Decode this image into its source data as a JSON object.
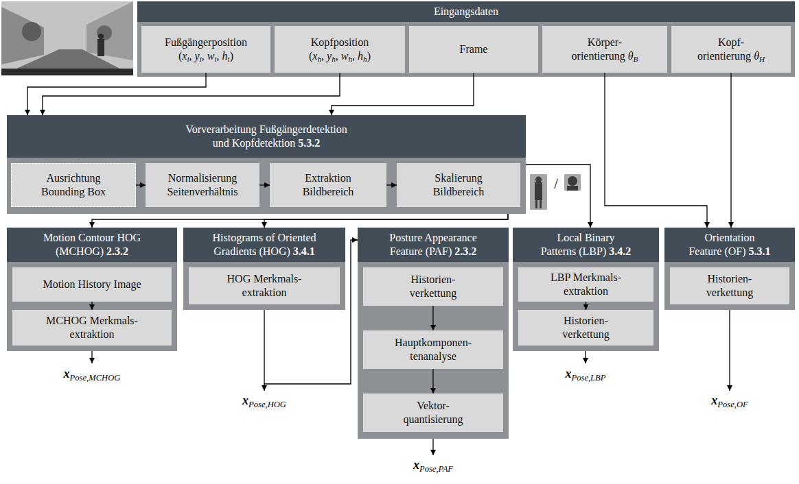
{
  "diagram": {
    "nodes": [
      {
        "text": [
          "Eingangsdaten"
        ]
      },
      {
        "text": [
          "Fußgängerposition",
          "(xi, yi, wi, hi)"
        ],
        "in": 0
      },
      {
        "text": [
          "Kopfposition",
          "(xh, yh, wh, hh)"
        ],
        "in": 0
      },
      {
        "text": [
          "Frame"
        ],
        "in": 0
      },
      {
        "text": [
          "Körper- orientierung θB"
        ],
        "in": 0
      },
      {
        "text": [
          "Kopf- orientierung θH"
        ],
        "in": 0
      },
      {
        "text": [
          "Vorverarbeitung Fußgängerdetektion und Kopfdetektion 5.3.2"
        ]
      },
      {
        "text": [
          "Ausrichtung Bounding Box"
        ],
        "in": 6
      },
      {
        "text": [
          "Normalisierung Seitenverhältnis"
        ],
        "in": 6
      },
      {
        "text": [
          "Extraktion Bildbereich"
        ],
        "in": 6
      },
      {
        "text": [
          "Skalierung Bildbereich"
        ],
        "in": 6
      },
      {
        "text": [
          "Motion Contour HOG (MCHOG) 2.3.2"
        ]
      },
      {
        "text": [
          "Motion History Image"
        ],
        "in": 11
      },
      {
        "text": [
          "MCHOG Merkmals- extraktion"
        ],
        "in": 11
      },
      {
        "text": [
          "Histograms of Oriented Gradients (HOG) 3.4.1"
        ]
      },
      {
        "text": [
          "HOG Merkmals- extraktion"
        ],
        "in": 14
      },
      {
        "text": [
          "Posture Appearance Feature (PAF) 2.3.2"
        ]
      },
      {
        "text": [
          "Historien- verkettung"
        ],
        "in": 16
      },
      {
        "text": [
          "Hauptkomponen- tenanalyse"
        ],
        "in": 16
      },
      {
        "text": [
          "Vektor- quantisierung"
        ],
        "in": 16
      },
      {
        "text": [
          "Local Binary Patterns (LBP) 3.4.2"
        ]
      },
      {
        "text": [
          "LBP Merkmals- extraktion"
        ],
        "in": 20
      },
      {
        "text": [
          "Historien- verkettung"
        ],
        "in": 20
      },
      {
        "text": [
          "Orientation Feature (OF) 5.3.1"
        ]
      },
      {
        "text": [
          "Historien- verkettung"
        ],
        "in": 23
      }
    ],
    "edges": [
      {
        "from": 1,
        "to": 6,
        "arrow": "to"
      },
      {
        "from": 2,
        "to": 6,
        "arrow": "to"
      },
      {
        "from": 3,
        "to": 6,
        "arrow": "to"
      },
      {
        "from": 4,
        "to": 23,
        "arrow": "to"
      },
      {
        "from": 5,
        "to": 23,
        "arrow": "to"
      },
      {
        "from": 7,
        "to": 8,
        "arrow": "to"
      },
      {
        "from": 8,
        "to": 9,
        "arrow": "to"
      },
      {
        "from": 9,
        "to": 10,
        "arrow": "to"
      },
      {
        "from": 6,
        "to": 11,
        "arrow": "to"
      },
      {
        "from": 6,
        "to": 14,
        "arrow": "to"
      },
      {
        "from": 6,
        "to": 20,
        "arrow": "to"
      },
      {
        "from": 12,
        "to": 13,
        "arrow": "to"
      },
      {
        "from": 14,
        "to": 16,
        "arrow": "to"
      },
      {
        "from": 17,
        "to": 18,
        "arrow": "to"
      },
      {
        "from": 18,
        "to": 19,
        "arrow": "to"
      },
      {
        "from": 21,
        "to": 22,
        "arrow": "to"
      }
    ],
    "labels": [
      "/",
      "xPose,MCHOG",
      "xPose,HOG",
      "xPose,PAF",
      "xPose,LBP",
      "xPose,OF"
    ]
  }
}
